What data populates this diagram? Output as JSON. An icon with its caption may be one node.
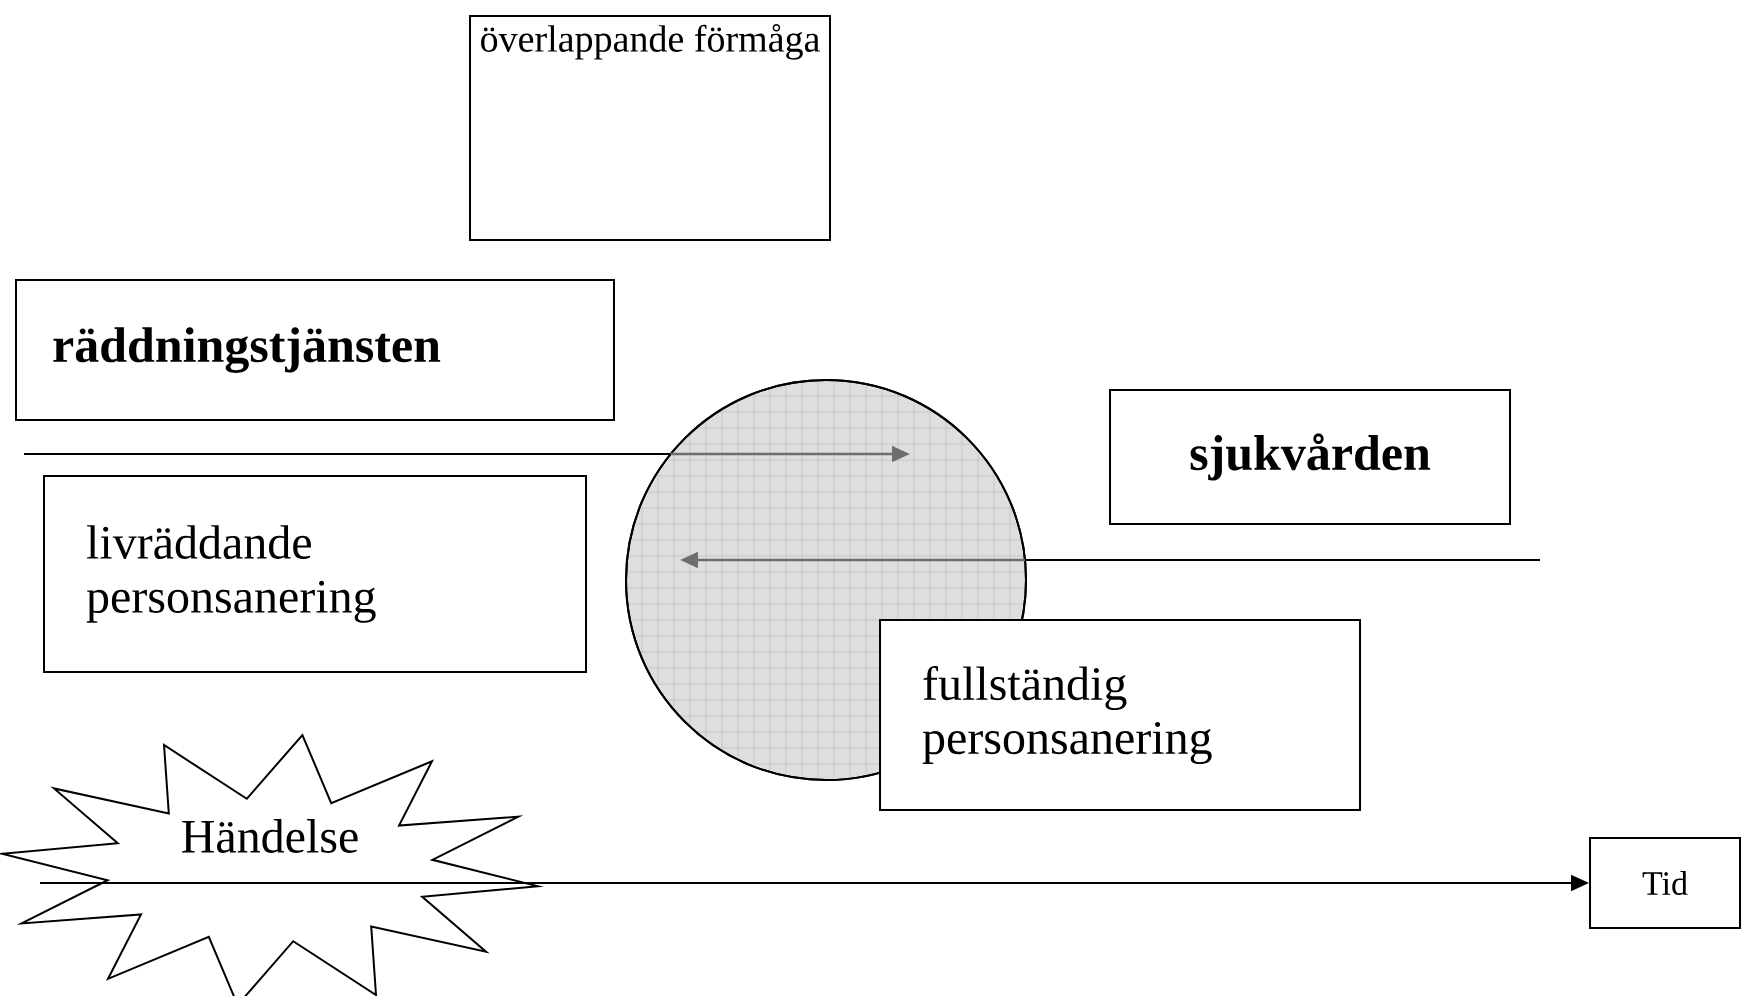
{
  "diagram": {
    "nodes": [
      {
        "text": [
          "överlappande förmåga"
        ]
      },
      {
        "text": [
          "räddningstjänsten"
        ]
      },
      {
        "text": [
          "sjukvården"
        ]
      },
      {
        "text": [
          "livräddande personsanering"
        ]
      },
      {
        "text": [],
        "shape": "circle"
      },
      {
        "text": [
          "fullständig personsanering"
        ]
      },
      {
        "text": [
          "Händelse"
        ]
      },
      {
        "text": [
          "Tid"
        ]
      }
    ],
    "edges": [
      {
        "from": null,
        "to": 4,
        "arrow": "to"
      },
      {
        "from": null,
        "to": 4,
        "arrow": "to"
      },
      {
        "from": 6,
        "to": 7,
        "arrow": "to"
      }
    ]
  }
}
